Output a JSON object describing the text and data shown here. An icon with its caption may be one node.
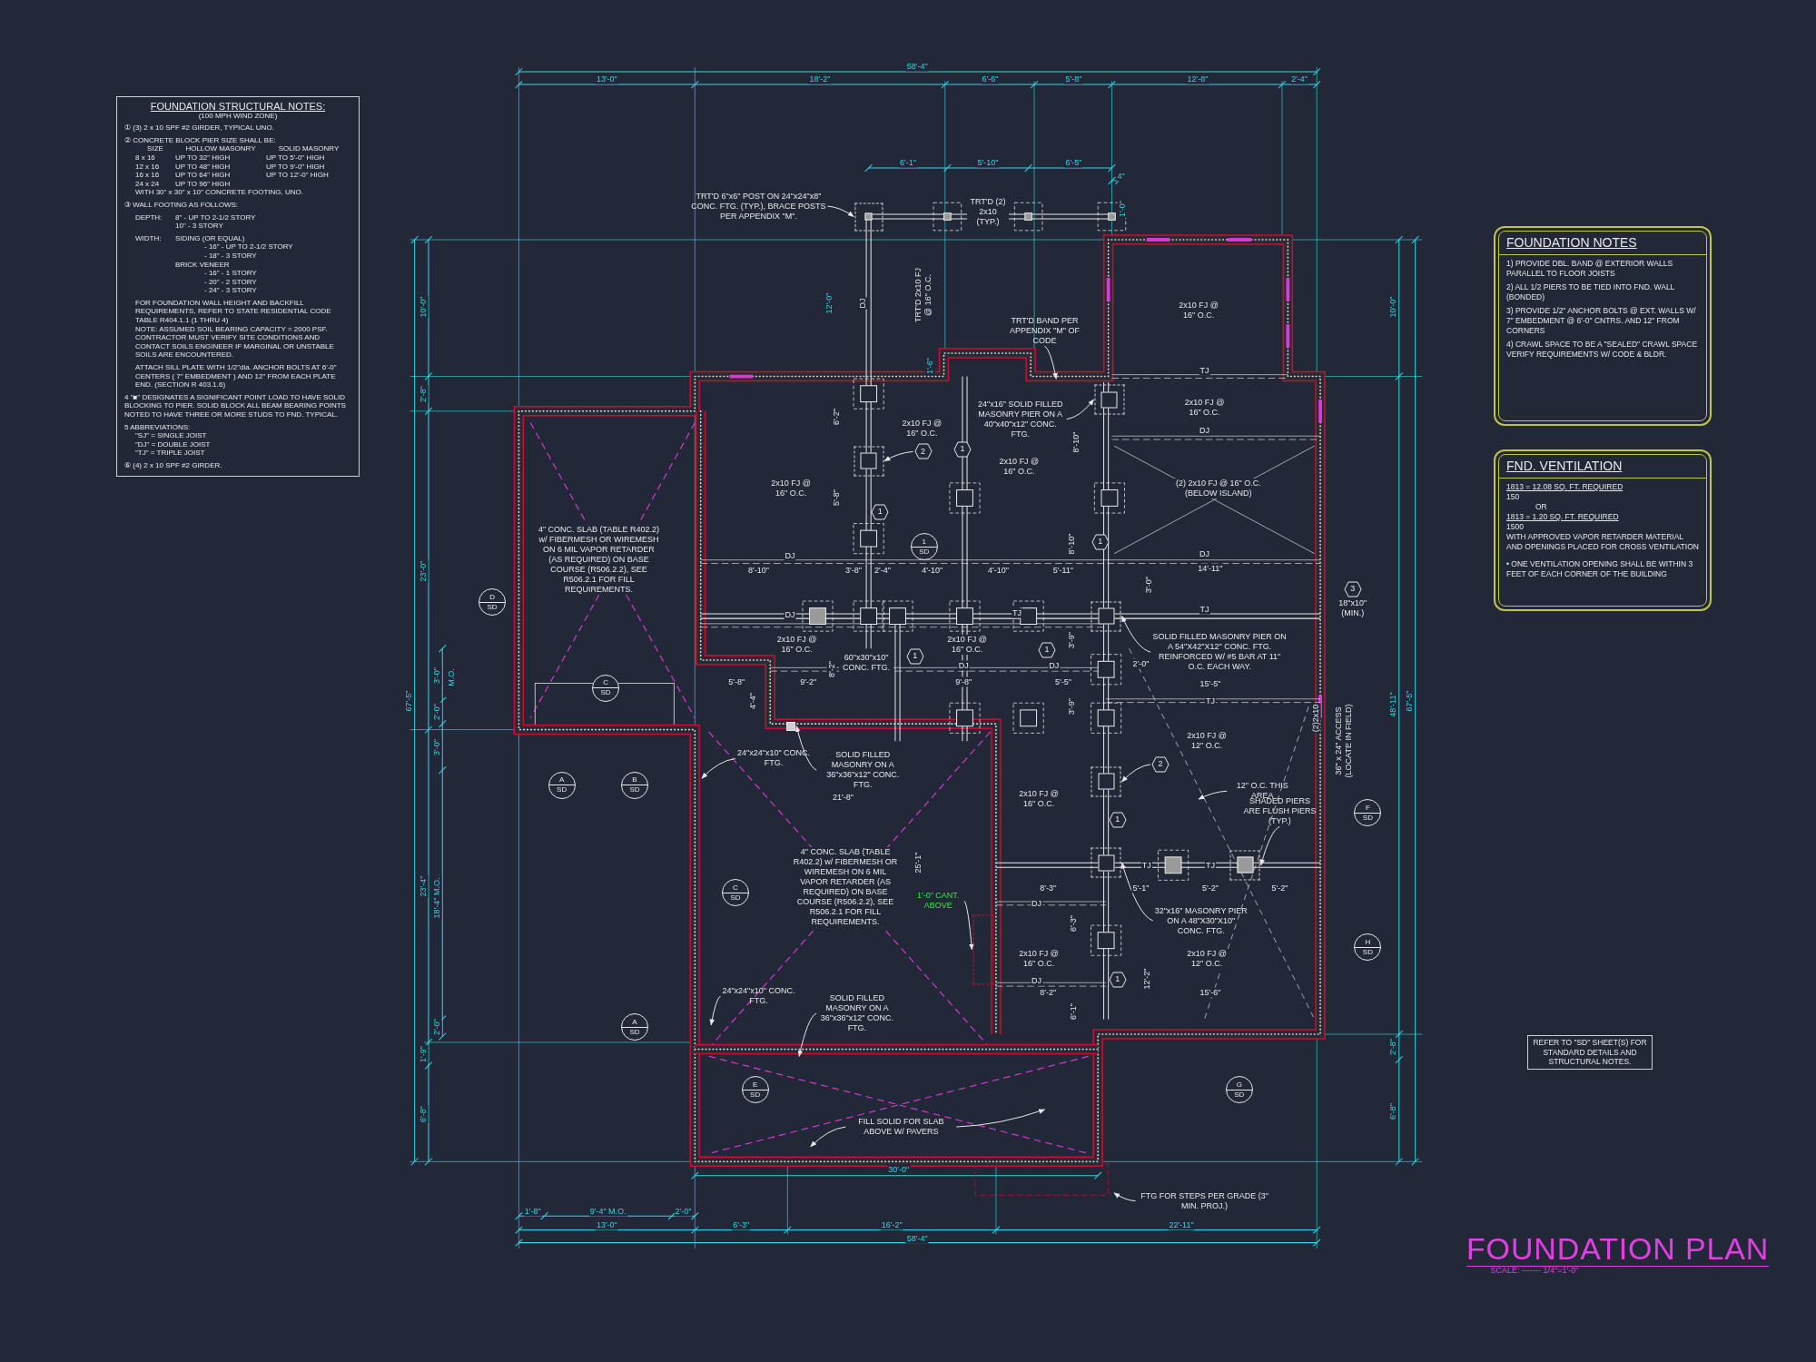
{
  "diagram": {
    "title": "FOUNDATION PLAN",
    "nodes": [
      {
        "text": [
          "FOUNDATION STRUCTURAL NOTES:",
          "(100 MPH WIND ZONE)",
          "① (3) 2 x 10 SPF #2 GIRDER, TYPICAL UNO.",
          "② CONCRETE BLOCK PIER SIZE SHALL BE:",
          "SIZE",
          "HOLLOW MASONRY",
          "SOLID MASONRY",
          "8 x 16",
          "UP TO 32\" HIGH",
          "UP TO 5'-0\" HIGH",
          "12 x 16",
          "UP TO 48\" HIGH",
          "UP TO 9'-0\" HIGH",
          "16 x 16",
          "UP TO 64\" HIGH",
          "UP TO 12'-0\" HIGH",
          "24 x 24",
          "UP TO 96\" HIGH",
          "WITH 30\" x 30\" x 10\" CONCRETE FOOTING, UNO.",
          "③ WALL FOOTING AS FOLLOWS:",
          "DEPTH:",
          "8\" - UP TO 2-1/2 STORY",
          "10\" - 3 STORY",
          "WIDTH:",
          "SIDING (OR EQUAL)",
          "- 16\" - UP TO 2-1/2 STORY",
          "- 18\" - 3 STORY",
          "BRICK VENEER",
          "- 16\" - 1 STORY",
          "- 20\" - 2 STORY",
          "- 24\" - 3 STORY",
          "FOR FOUNDATION WALL HEIGHT AND BACKFILL REQUIREMENTS, REFER TO STATE RESIDENTIAL CODE TABLE R404.1.1 (1 THRU 4)",
          "NOTE: ASSUMED SOIL BEARING CAPACITY = 2000 PSF. CONTRACTOR MUST VERIFY SITE CONDITIONS AND CONTACT SOILS ENGINEER IF MARGINAL OR UNSTABLE SOILS ARE ENCOUNTERED.",
          "ATTACH SILL PLATE WITH 1/2\"dia. ANCHOR BOLTS AT 6'-0\" CENTERS ( 7\" EMBEDMENT ) AND 12\" FROM EACH PLATE END. (SECTION R 403.1.6)",
          "4 \"■\" DESIGNATES A SIGNIFICANT POINT LOAD TO HAVE SOLID BLOCKING TO PIER. SOLID BLOCK ALL BEAM BEARING POINTS NOTED TO HAVE THREE OR MORE STUDS TO FND. TYPICAL.",
          "5 ABBREVIATIONS:",
          "\"SJ\" = SINGLE JOIST",
          "\"DJ\" = DOUBLE JOIST",
          "\"TJ\" = TRIPLE JOIST",
          "⑥ (4) 2 x 10 SPF #2 GIRDER."
        ]
      },
      {
        "text": [
          "FOUNDATION NOTES",
          "1) PROVIDE DBL. BAND @ EXTERIOR WALLS PARALLEL TO FLOOR JOISTS",
          "2) ALL 1/2 PIERS TO BE TIED INTO FND. WALL (BONDED)",
          "3) PROVIDE 1/2\" ANCHOR BOLTS @ EXT. WALLS W/ 7\" EMBEDMENT @ 6'-0\" CNTRS. AND 12\" FROM CORNERS",
          "4) CRAWL SPACE TO BE A \"SEALED\" CRAWL SPACE VERIFY REQUIREMENTS W/ CODE & BLDR."
        ]
      },
      {
        "text": [
          "FND. VENTILATION",
          "1813 = 12.08 SQ. FT. REQUIRED",
          "150",
          "OR",
          "1813 = 1.20 SQ. FT. REQUIRED",
          "1500",
          "WITH APPROVED VAPOR RETARDER MATERIAL AND OPENINGS PLACED FOR CROSS VENTILATION",
          "• ONE VENTILATION OPENING SHALL BE WITHIN 3 FEET OF EACH CORNER OF THE BUILDING"
        ]
      },
      {
        "text": [
          "REFER TO \"SD\" SHEET(S) FOR STANDARD DETAILS AND STRUCTURAL NOTES."
        ]
      },
      {
        "text": [
          "TRT'D 6\"x6\" POST ON 24\"x24\"x8\" CONC. FTG. (TYP.), BRACE POSTS PER APPENDIX \"M\"."
        ]
      },
      {
        "text": [
          "TRT'D BAND PER APPENDIX \"M\" OF CODE"
        ]
      },
      {
        "text": [
          "24\"x16\" SOLID FILLED MASONRY PIER ON A 40\"x40\"x12\" CONC. FTG."
        ]
      },
      {
        "text": [
          "SOLID FILLED MASONRY PIER ON A 54\"X42\"X12\" CONC. FTG. REINFORCED W/ #5 BAR AT 11\" O.C. EACH WAY."
        ]
      },
      {
        "text": [
          "12\" O.C. THIS AREA"
        ]
      },
      {
        "text": [
          "SHADED PIERS ARE FLUSH PIERS (TYP.)"
        ]
      },
      {
        "text": [
          "32\"x16\" MASONRY PIER ON A 48\"X30\"X10\" CONC. FTG."
        ]
      },
      {
        "text": [
          "24\"x24\"x10\" CONC. FTG."
        ]
      },
      {
        "text": [
          "SOLID FILLED MASONRY ON A 36\"x36\"x12\" CONC. FTG."
        ]
      },
      {
        "text": [
          "1'-0\" CANT. ABOVE"
        ]
      },
      {
        "text": [
          "24\"x24\"x10\" CONC. FTG."
        ]
      },
      {
        "text": [
          "SOLID FILLED MASONRY ON A 36\"x36\"x12\" CONC. FTG."
        ]
      },
      {
        "text": [
          "FILL SOLID FOR SLAB ABOVE W/ PAVERS"
        ]
      },
      {
        "text": [
          "FTG FOR STEPS PER GRADE (3\" MIN. PROJ.)"
        ]
      },
      {
        "text": [
          "2"
        ]
      },
      {
        "text": [
          "2"
        ]
      },
      {
        "text": [
          "1"
        ]
      },
      {
        "text": [
          "1"
        ]
      },
      {
        "text": [
          "1"
        ]
      },
      {
        "text": [
          "1"
        ]
      },
      {
        "text": [
          "1"
        ]
      },
      {
        "text": [
          "1"
        ]
      },
      {
        "text": [
          "1"
        ]
      },
      {
        "text": [
          "3"
        ],
        "beside": [
          "18\"x10\" (MIN.)"
        ]
      },
      {
        "text": [
          "D",
          "SD"
        ]
      },
      {
        "text": [
          "C",
          "SD"
        ]
      },
      {
        "text": [
          "A",
          "SD"
        ]
      },
      {
        "text": [
          "B",
          "SD"
        ]
      },
      {
        "text": [
          "C",
          "SD"
        ]
      },
      {
        "text": [
          "A",
          "SD"
        ]
      },
      {
        "text": [
          "E",
          "SD"
        ]
      },
      {
        "text": [
          "G",
          "SD"
        ]
      },
      {
        "text": [
          "F",
          "SD"
        ]
      },
      {
        "text": [
          "H",
          "SD"
        ]
      },
      {
        "text": [
          "1",
          "SD"
        ]
      },
      {
        "text": [],
        "shape": "box"
      },
      {
        "text": [],
        "shape": "box"
      },
      {
        "text": [],
        "shape": "box"
      },
      {
        "text": [],
        "shape": "box"
      },
      {
        "text": [],
        "shape": "box"
      },
      {
        "text": [],
        "shape": "box"
      },
      {
        "text": [],
        "shape": "box"
      },
      {
        "text": [],
        "shape": "box"
      },
      {
        "text": [],
        "shape": "box"
      }
    ],
    "edges": [
      {
        "from": 4,
        "to": 39,
        "arrow": "to"
      },
      {
        "from": 5,
        "to": null,
        "arrow": "to"
      },
      {
        "from": 6,
        "to": 40,
        "arrow": "to"
      },
      {
        "from": 7,
        "to": 42,
        "arrow": "to"
      },
      {
        "from": 8,
        "to": null,
        "arrow": "to"
      },
      {
        "from": 9,
        "to": 46,
        "arrow": "to"
      },
      {
        "from": 10,
        "to": 45,
        "arrow": "to"
      },
      {
        "from": 11,
        "to": null,
        "arrow": "to"
      },
      {
        "from": 12,
        "to": 43,
        "arrow": "to"
      },
      {
        "from": 13,
        "to": 47,
        "arrow": "to"
      },
      {
        "from": 14,
        "to": null,
        "arrow": "to"
      },
      {
        "from": 15,
        "to": null,
        "arrow": "to"
      },
      {
        "from": 16,
        "to": null,
        "arrow": "to"
      },
      {
        "from": 16,
        "to": null,
        "arrow": "to"
      },
      {
        "from": 17,
        "to": null,
        "arrow": "to"
      },
      {
        "from": 18,
        "to": 41,
        "arrow": "to"
      },
      {
        "from": 19,
        "to": 44,
        "arrow": "to"
      }
    ],
    "labels": [
      "58'-4\"",
      "13'-0\"",
      "18'-2\"",
      "6'-6\"",
      "5'-8\"",
      "12'-8\"",
      "2'-4\"",
      "6'-1\"",
      "5'-10\"",
      "6'-5\"",
      "4\"",
      "TRT'D (2) 2x10 (TYP.)",
      "12'-0\"",
      "DJ",
      "TRT'D 2x10 FJ @ 16\" O.C.",
      "1'-6\"",
      "1'-0\"",
      "10'-0\"",
      "2'-8\"",
      "23'-0\"",
      "67'-5\"",
      "3'-0\"",
      "M.O.",
      "2'-0\"",
      "3'-0\"",
      "23'-4\"",
      "18'-4\" M.O.",
      "2'-0\"",
      "1'-9\"",
      "6'-8\"",
      "10'-0\"",
      "48'-11\"",
      "67'-5\"",
      "2'-8\"",
      "6'-8\"",
      "2x10 FJ @ 16\" O.C.",
      "TJ",
      "2x10 FJ @ 16\" O.C.",
      "DJ",
      "(2) 2x10 FJ @ 16\" O.C. (BELOW ISLAND)",
      "DJ",
      "14'-11\"",
      "TJ",
      "15'-5\"",
      "TJ",
      "2x10 FJ @ 12\" O.C.",
      "2x10 FJ @ 16\" O.C.",
      "2x10 FJ @ 16\" O.C.",
      "2x10 FJ @ 16\" O.C.",
      "6'-2\"",
      "5'-8\"",
      "8'-10\"",
      "8'-10\"",
      "DJ",
      "8'-10\"",
      "3'-8\"",
      "2'-4\"",
      "4'-10\"",
      "4'-10\"",
      "5'-11\"",
      "DJ",
      "TJ",
      "3'-0\"",
      "2x10 FJ @ 16\" O.C.",
      "60\"x30\"x10\" CONC. FTG.",
      "2x10 FJ @ 16\" O.C.",
      "DJ",
      "DJ",
      "2'-0\"",
      "5'-8\"",
      "4'-4\"",
      "9'-2\"",
      "9'-8\"",
      "5'-5\"",
      "3'-9\"",
      "3'-9\"",
      "8'-2\"",
      "21'-8\"",
      "25'-1\"",
      "2x10 FJ @ 16\" O.C.",
      "TJ",
      "TJ",
      "8'-3\"",
      "5'-1\"",
      "5'-2\"",
      "5'-2\"",
      "DJ",
      "2x10 FJ @ 16\" O.C.",
      "2x10 FJ @ 12\" O.C.",
      "DJ",
      "8'-2\"",
      "15'-6\"",
      "6'-3\"",
      "12'-2\"",
      "6'-1\"",
      "4\" CONC. SLAB (TABLE R402.2) w/ FIBERMESH OR WIREMESH ON 6 MIL VAPOR RETARDER (AS REQUIRED) ON BASE COURSE (R506.2.2), SEE R506.2.1 FOR FILL REQUIREMENTS.",
      "4\" CONC. SLAB (TABLE R402.2) w/ FIBERMESH OR WIREMESH ON 6 MIL VAPOR RETARDER (AS REQUIRED) ON BASE COURSE (R506.2.2), SEE R506.2.1 FOR FILL REQUIREMENTS.",
      "(2)2x10",
      "36\" x 24\" ACCESS (LOCATE IN FIELD)",
      "30'-0\"",
      "1'-8\"",
      "9'-4\" M.O.",
      "2'-0\"",
      "13'-0\"",
      "6'-3\"",
      "16'-2\"",
      "22'-11\"",
      "58'-4\"",
      "SCALE: ------- 1/4\"=1'-0\""
    ]
  }
}
